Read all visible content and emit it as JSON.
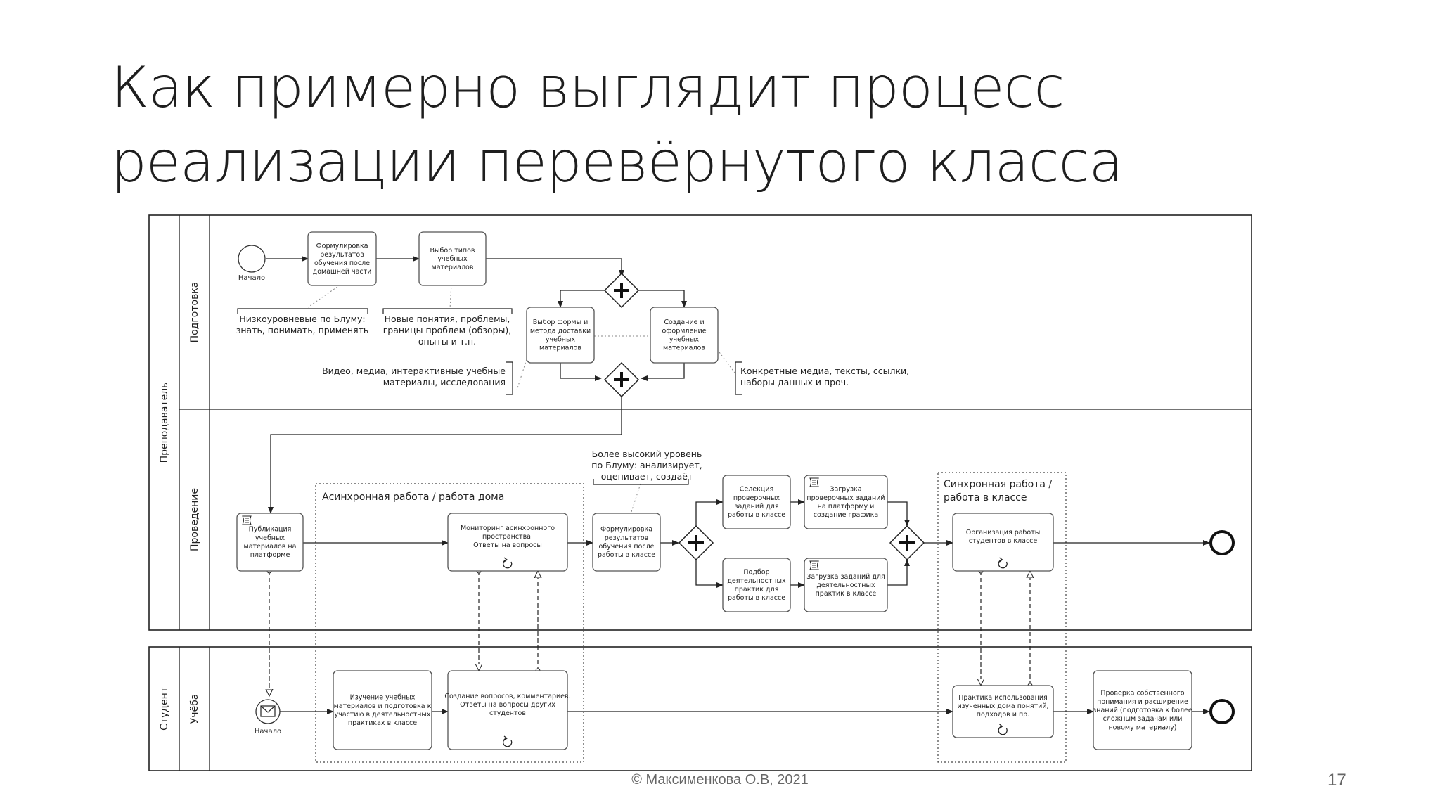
{
  "slide": {
    "title_line1": "Как примерно выглядит процесс",
    "title_line2": "реализации перевёрнутого класса",
    "footer": "© Максименкова О.В, 2021",
    "page_number": "17"
  },
  "pools": {
    "teacher": "Преподаватель",
    "student": "Студент"
  },
  "lanes": {
    "prep": "Подготовка",
    "conduct": "Проведение",
    "study": "Учёба"
  },
  "events": {
    "start_teacher": "Начало",
    "start_student": "Начало"
  },
  "groups": {
    "async": "Асинхронная работа / работа дома",
    "sync_line1": "Синхронная работа /",
    "sync_line2": "работа в классе"
  },
  "tasks": {
    "formulate_home": [
      "Формулировка",
      "результатов",
      "обучения после",
      "домашней части"
    ],
    "choose_types": [
      "Выбор типов",
      "учебных",
      "материалов"
    ],
    "choose_form": [
      "Выбор формы и",
      "метода доставки",
      "учебных",
      "материалов"
    ],
    "create_materials": [
      "Создание и",
      "оформление",
      "учебных",
      "материалов"
    ],
    "publish": [
      "Публикация",
      "учебных",
      "материалов на",
      "платформе"
    ],
    "monitor": [
      "Мониторинг асинхронного",
      "пространства.",
      "Ответы на вопросы"
    ],
    "formulate_class": [
      "Формулировка",
      "результатов",
      "обучения после",
      "работы в классе"
    ],
    "select_tasks": [
      "Селекция",
      "проверочных",
      "заданий для",
      "работы в классе"
    ],
    "upload_check": [
      "Загрузка",
      "проверочных заданий",
      "на платформу и",
      "создание графика"
    ],
    "pick_practices": [
      "Подбор",
      "деятельностных",
      "практик для",
      "работы в классе"
    ],
    "upload_tasks": [
      "Загрузка заданий для",
      "деятельностных",
      "практик в классе"
    ],
    "organize": [
      "Организация работы",
      "студентов в классе"
    ],
    "study_materials": [
      "Изучение учебных",
      "материалов и подготовка к",
      "участию в деятельностных",
      "практиках в классе"
    ],
    "questions": [
      "Создание вопросов, комментариев.",
      "Ответы на вопросы других",
      "студентов"
    ],
    "practice": [
      "Практика использования",
      "изученных дома понятий,",
      "подходов и пр."
    ],
    "self_check": [
      "Проверка собственного",
      "понимания и расширение",
      "знаний (подготовка к более",
      "сложным задачам или",
      "новому материалу)"
    ]
  },
  "annotations": {
    "bloom_low": [
      "Низкоуровневые по Блуму:",
      "знать, понимать, применять"
    ],
    "new_concepts": [
      "Новые понятия, проблемы,",
      "границы проблем (обзоры),",
      "опыты и т.п."
    ],
    "video_media": [
      "Видео, медиа, интерактивные учебные",
      "материалы, исследования"
    ],
    "concrete_media": [
      "Конкретные медиа, тексты, ссылки,",
      "наборы данных и проч."
    ],
    "bloom_high": [
      "Более высокий уровень",
      "по Блуму: анализирует,",
      "оценивает, создаёт"
    ]
  },
  "colors": {
    "line": "#222222",
    "box_border": "#555555",
    "dotted": "#888888"
  }
}
